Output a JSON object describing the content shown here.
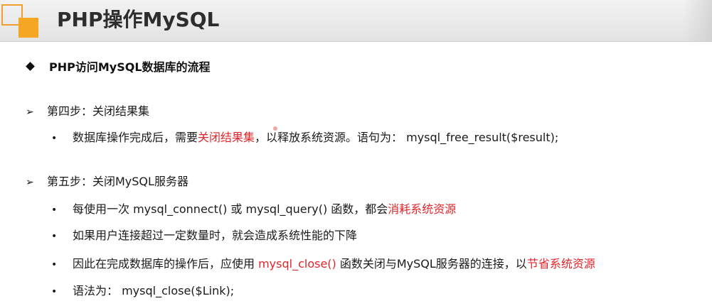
{
  "slide": {
    "title": "PHP操作MySQL",
    "heading": "PHP访问MySQL数据库的流程",
    "step4": {
      "label": "第四步：关闭结果集",
      "bullets": [
        {
          "pre": "数据库操作完成后，需要",
          "highlight": "关闭结果集",
          "post": "，以释放系统资源。语句为： mysql_free_result($result);"
        }
      ]
    },
    "step5": {
      "label": "第五步：关闭MySQL服务器",
      "bullet1": {
        "pre": "每使用一次 mysql_connect() 或 mysql_query() 函数，都会",
        "highlight": "消耗系统资源"
      },
      "bullet2": {
        "text": "如果用户连接超过一定数量时，就会造成系统性能的下降"
      },
      "bullet3": {
        "pre": "因此在完成数据库的操作后，应使用 ",
        "highlight1": "mysql_close()",
        "mid": " 函数关闭与MySQL服务器的连接，以",
        "highlight2": "节省系统资源"
      },
      "bullet4": {
        "text": "语法为： mysql_close($Link);"
      }
    },
    "markers": {
      "diamond": "◆",
      "arrow": "➢",
      "dot": "•"
    },
    "colors": {
      "accent": "#f5a623",
      "highlight": "#e0262b"
    }
  }
}
